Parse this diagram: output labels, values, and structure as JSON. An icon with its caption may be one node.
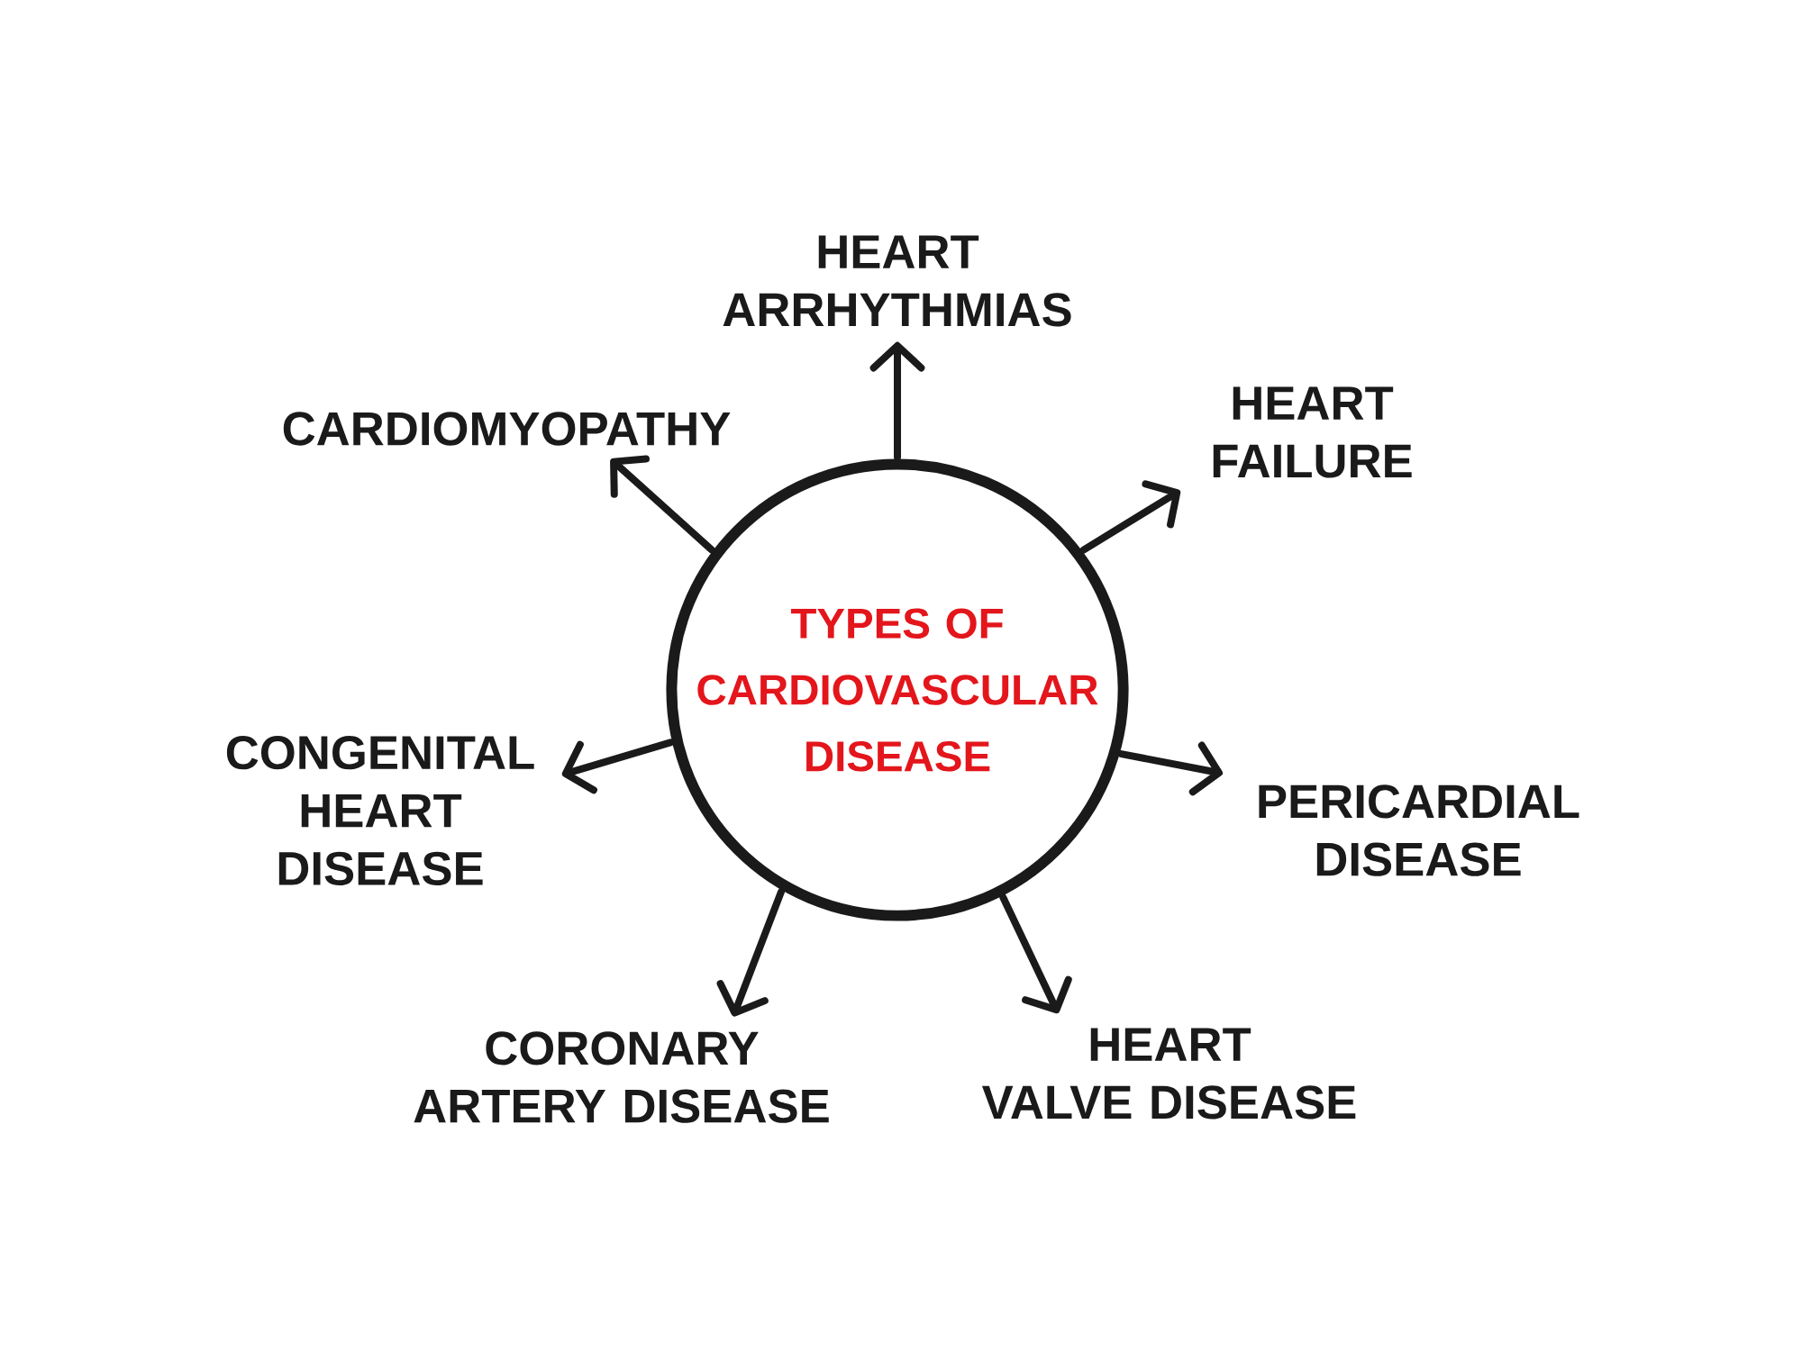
{
  "diagram": {
    "nodes": [
      {
        "text": [
          "TYPES OF CARDIOVASCULAR DISEASE"
        ]
      },
      {
        "text": [
          "HEART ARRHYTHMIAS"
        ]
      },
      {
        "text": [
          "HEART FAILURE"
        ]
      },
      {
        "text": [
          "PERICARDIAL DISEASE"
        ]
      },
      {
        "text": [
          "HEART VALVE DISEASE"
        ]
      },
      {
        "text": [
          "CORONARY ARTERY DISEASE"
        ]
      },
      {
        "text": [
          "CONGENITAL HEART DISEASE"
        ]
      },
      {
        "text": [
          "CARDIOMYOPATHY"
        ]
      }
    ],
    "edges": [
      {
        "from": 0,
        "to": 1,
        "arrow": "to"
      },
      {
        "from": 0,
        "to": 2,
        "arrow": "to"
      },
      {
        "from": 0,
        "to": 3,
        "arrow": "to"
      },
      {
        "from": 0,
        "to": 4,
        "arrow": "to"
      },
      {
        "from": 0,
        "to": 5,
        "arrow": "to"
      },
      {
        "from": 0,
        "to": 6,
        "arrow": "to"
      },
      {
        "from": 0,
        "to": 7,
        "arrow": "to"
      }
    ]
  }
}
